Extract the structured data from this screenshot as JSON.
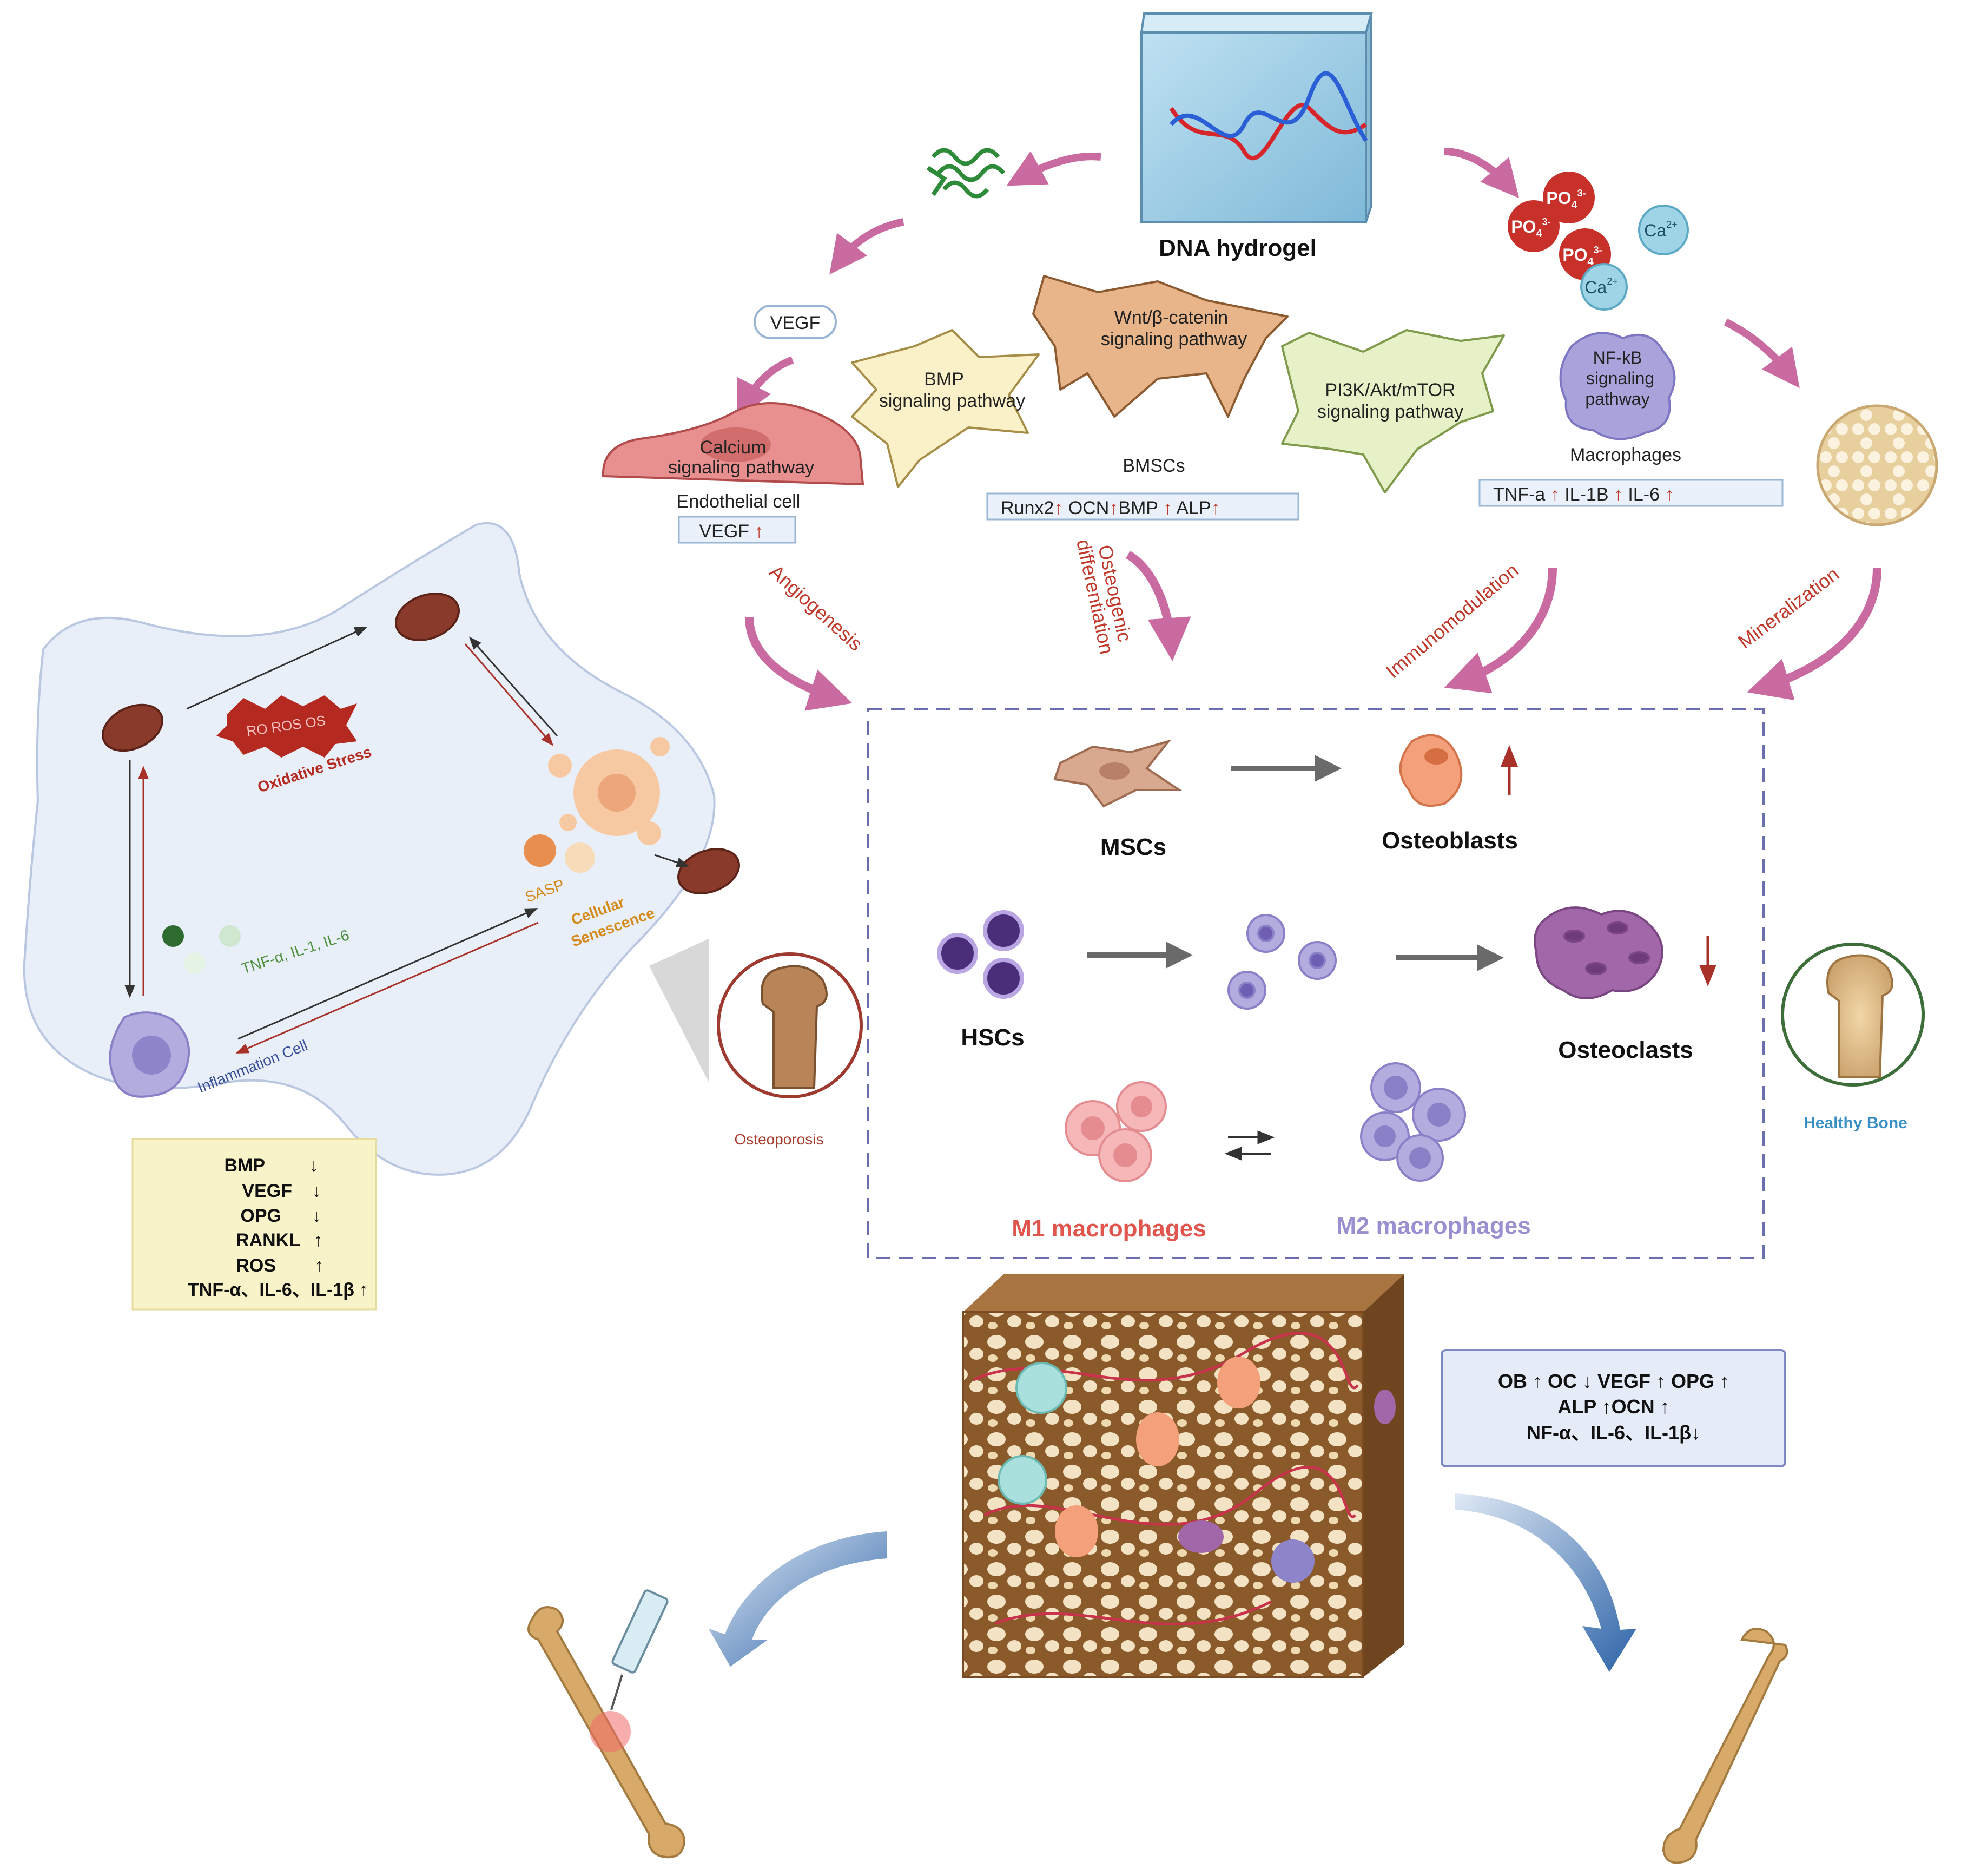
{
  "top": {
    "hydrogel_label": "DNA hydrogel",
    "vegf_bubble": "VEGF",
    "ions": [
      {
        "text": "PO",
        "sub": "4",
        "sup": "3-"
      },
      {
        "text": "PO",
        "sub": "4",
        "sup": "3-"
      },
      {
        "text": "PO",
        "sub": "4",
        "sup": "3-"
      },
      {
        "text": "Ca",
        "sup": "2+"
      },
      {
        "text": "Ca",
        "sup": "2+"
      }
    ]
  },
  "cells": {
    "endothelial": {
      "pathway_line1": "Calcium",
      "pathway_line2": "signaling pathway",
      "label": "Endothelial cell",
      "marker": "VEGF"
    },
    "bmp": {
      "line1": "BMP",
      "line2": "signaling pathway"
    },
    "wnt": {
      "line1": "Wnt/β-catenin",
      "line2": "signaling pathway"
    },
    "pi3k": {
      "line1": "PI3K/Akt/mTOR",
      "line2": "signaling pathway"
    },
    "bmscs": {
      "label": "BMSCs",
      "markers": [
        "Runx2",
        "OCN",
        "BMP",
        "ALP"
      ]
    },
    "macrophage": {
      "line1": "NF-kB",
      "line2": "signaling",
      "line3": "pathway",
      "label": "Macrophages",
      "markers": [
        "TNF-a",
        "IL-1B",
        "IL-6"
      ]
    }
  },
  "processes": {
    "angiogenesis": "Angiogenesis",
    "osteogenic_1": "Osteogenic",
    "osteogenic_2": "differentiation",
    "immunomodulation": "Immunomodulation",
    "mineralization": "Mineralization"
  },
  "center": {
    "mscs": "MSCs",
    "osteoblasts": "Osteoblasts",
    "hscs": "HSCs",
    "osteoclasts": "Osteoclasts",
    "m1": "M1 macrophages",
    "m2": "M2 macrophages"
  },
  "left_panel": {
    "ros": "RO ROS OS",
    "oxidative_stress": "Oxidative Stress",
    "sasp": "SASP",
    "cellular_senescence_1": "Cellular",
    "cellular_senescence_2": "Senescence",
    "cytokines": "TNF-α, IL-1, IL-6",
    "inflammation_cell": "Inflammation Cell",
    "osteoporosis": "Osteoporosis",
    "markers_box": [
      {
        "name": "BMP",
        "arrow": "↓"
      },
      {
        "name": "VEGF",
        "arrow": "↓"
      },
      {
        "name": "OPG",
        "arrow": "↓"
      },
      {
        "name": "RANKL",
        "arrow": "↑"
      },
      {
        "name": "ROS",
        "arrow": "↑"
      },
      {
        "name": "TNF-α、IL-6、IL-1β",
        "arrow": "↑"
      }
    ]
  },
  "right_panel": {
    "healthy_bone": "Healthy Bone",
    "outcome_lines": [
      "OB ↑ OC ↓ VEGF ↑ OPG ↑",
      "ALP ↑OCN ↑",
      "NF-α、IL-6、IL-1β↓"
    ]
  },
  "colors": {
    "process_arrow": "#c96aa0",
    "process_text": "#c0392b",
    "dashed_box": "#6b6fb0",
    "m1_text": "#e0554d",
    "m2_text": "#9b8fd0",
    "healthy_text": "#3a8fc4",
    "osteoporosis_text": "#a83a2a",
    "oxidative_text": "#b52a20",
    "cytokine_text": "#4c8f3a",
    "senescence_text": "#d48a1c",
    "inflammation_text": "#3a4f9a"
  }
}
